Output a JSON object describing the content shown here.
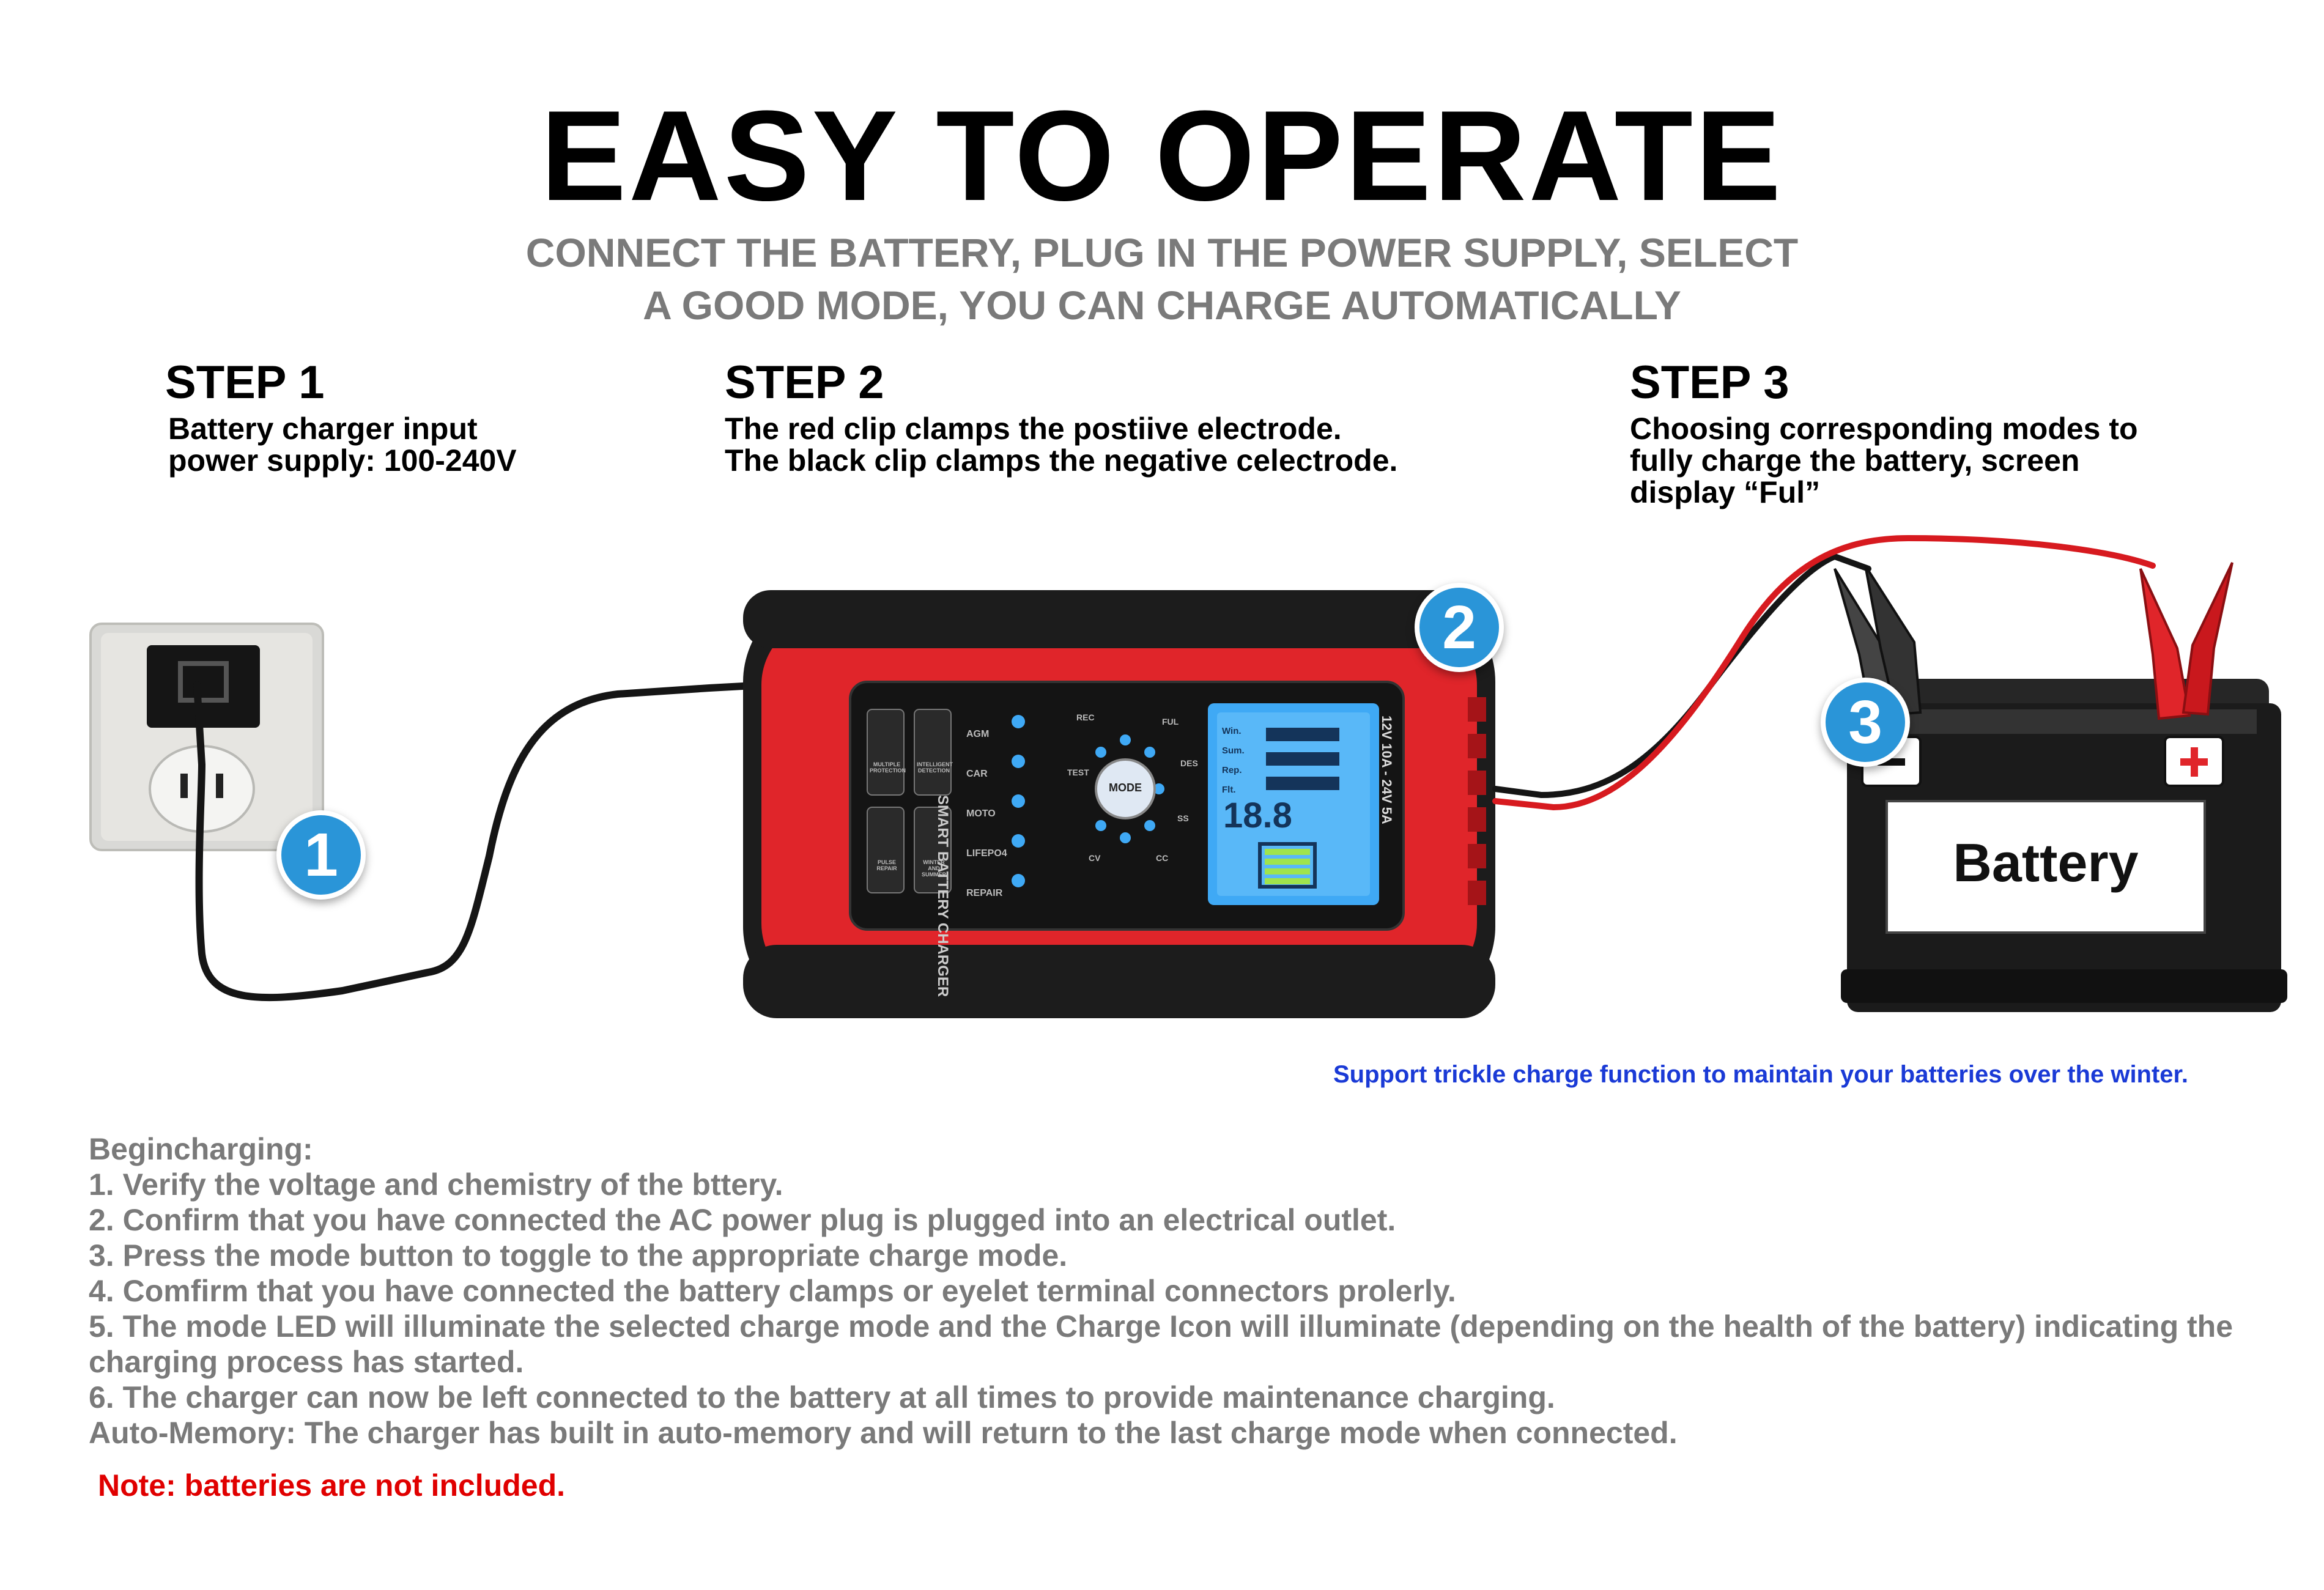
{
  "title": "EASY TO OPERATE",
  "subtitle_lines": [
    "CONNECT THE BATTERY, PLUG IN THE POWER SUPPLY, SELECT",
    "A GOOD MODE, YOU CAN CHARGE AUTOMATICALLY"
  ],
  "steps": [
    {
      "title": "STEP 1",
      "description": "Battery charger input\npower supply: 100-240V",
      "marker": "1"
    },
    {
      "title": "STEP 2",
      "description": "The red clip clamps the postiive electrode.\nThe black clip clamps the negative celectrode.",
      "marker": "2"
    },
    {
      "title": "STEP 3",
      "description": "Choosing corresponding modes to\nfully charge the battery, screen\ndisplay “Ful”",
      "marker": "3"
    }
  ],
  "charger": {
    "brand_text": "SMART BATTERY CHARGER",
    "rating_text": "12V 10A - 24V 5A",
    "lcd_digits": "18.8",
    "mode_button_label": "MODE",
    "modes": [
      "AGM",
      "CAR",
      "MOTO",
      "LIFEPO4",
      "REPAIR"
    ],
    "features": [
      "MULTIPLE PROTECTION",
      "INTELLIGENT DETECTION",
      "PULSE REPAIR",
      "WINTER AND SUMMER"
    ],
    "stage_labels": [
      "REC",
      "FUL",
      "DES",
      "SS",
      "CC",
      "CV",
      "TEST"
    ],
    "lcd_labels": [
      "Win.",
      "Sum.",
      "Rep.",
      "Flt."
    ]
  },
  "battery": {
    "label": "Battery",
    "negative_symbol": "−",
    "positive_symbol": "+"
  },
  "trickle_note": "Support trickle charge function to maintain your batteries over the winter.",
  "instructions": [
    "Begincharging:",
    "1. Verify the voltage and chemistry of the bttery.",
    "2. Confirm that you have connected the AC power plug is plugged into an electrical outlet.",
    "3. Press the mode button to toggle to the appropriate charge mode.",
    "4. Comfirm that you have connected the battery clamps or eyelet terminal connectors prolerly.",
    "5. The mode LED will illuminate the selected charge mode and the Charge Icon will illuminate (depending on the health of the battery) indicating the charging process has started.",
    "6. The charger can now be left connected to the battery at all times to provide maintenance charging.",
    "Auto-Memory: The charger has built in auto-memory and will return to the last charge mode when connected."
  ],
  "note": "Note: batteries are not included.",
  "colors": {
    "charger_red": "#e0252a",
    "lcd_blue": "#3fa9f5",
    "marker_blue": "#2a95d8",
    "trickle_blue": "#1a3ad6",
    "note_red": "#e00000",
    "subtitle_gray": "#7a7a7a"
  }
}
